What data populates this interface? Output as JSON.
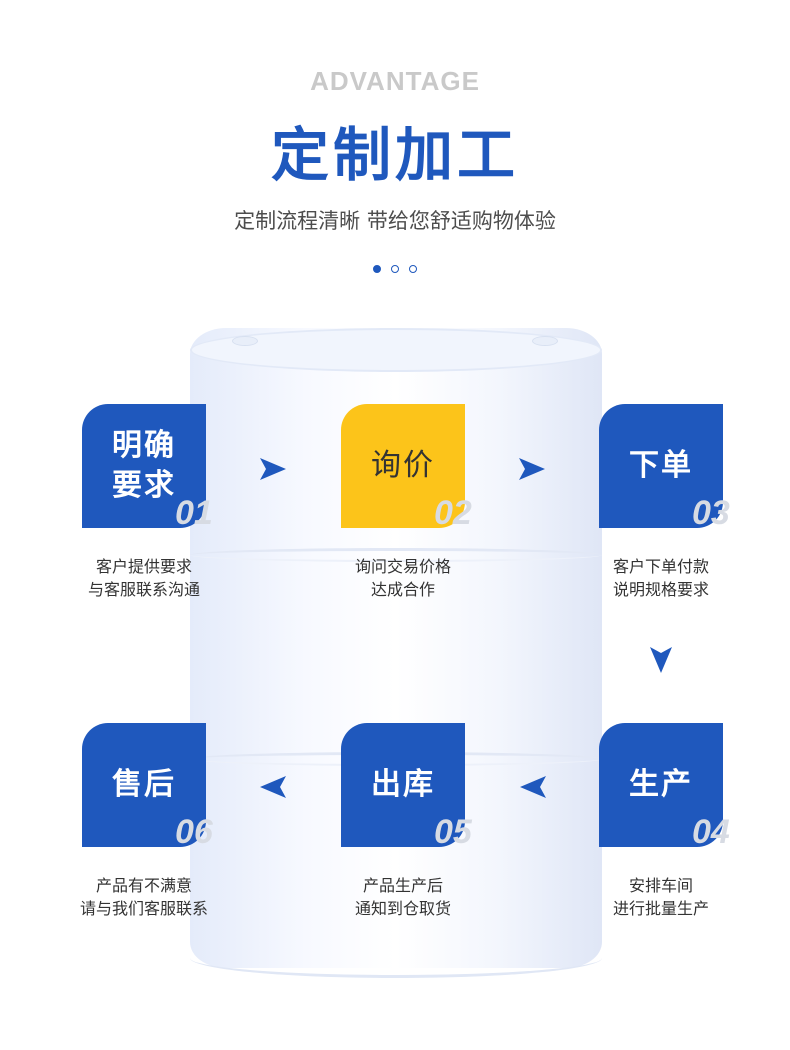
{
  "header": {
    "kicker": "ADVANTAGE",
    "title": "定制加工",
    "subtitle": "定制流程清晰  带给您舒适购物体验"
  },
  "carousel": {
    "count": 3,
    "active_index": 0
  },
  "colors": {
    "brand_blue": "#1f58bd",
    "accent_yellow": "#fcc41a",
    "barrel": "#eef3fd"
  },
  "steps": [
    {
      "label_line1": "明确",
      "label_line2": "要求",
      "number": "01",
      "desc_line1": "客户提供要求",
      "desc_line2": "与客服联系沟通",
      "color": "blue"
    },
    {
      "label_line1": "询价",
      "label_line2": "",
      "number": "02",
      "desc_line1": "询问交易价格",
      "desc_line2": "达成合作",
      "color": "yellow"
    },
    {
      "label_line1": "下单",
      "label_line2": "",
      "number": "03",
      "desc_line1": "客户下单付款",
      "desc_line2": "说明规格要求",
      "color": "blue"
    },
    {
      "label_line1": "生产",
      "label_line2": "",
      "number": "04",
      "desc_line1": "安排车间",
      "desc_line2": "进行批量生产",
      "color": "blue"
    },
    {
      "label_line1": "出库",
      "label_line2": "",
      "number": "05",
      "desc_line1": "产品生产后",
      "desc_line2": "通知到仓取货",
      "color": "blue"
    },
    {
      "label_line1": "售后",
      "label_line2": "",
      "number": "06",
      "desc_line1": "产品有不满意",
      "desc_line2": "请与我们客服联系",
      "color": "blue"
    }
  ],
  "arrows": [
    "arrow-right-icon",
    "arrow-right-icon",
    "arrow-down-icon",
    "arrow-left-icon",
    "arrow-left-icon"
  ]
}
